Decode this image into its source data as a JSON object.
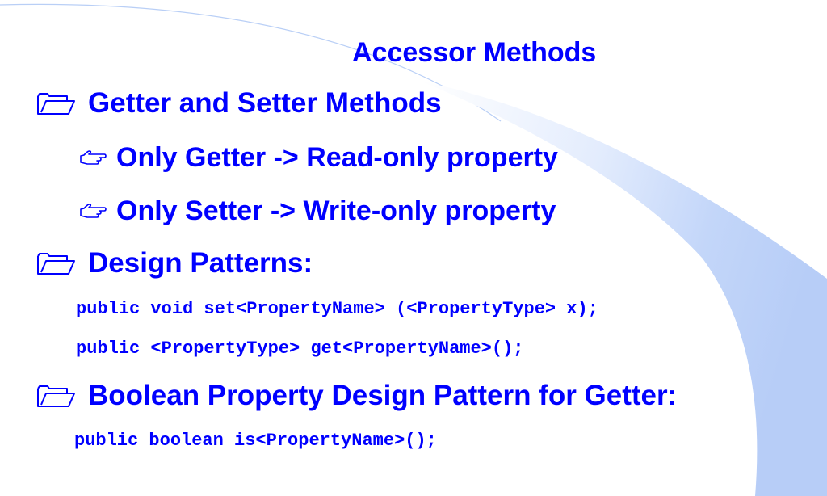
{
  "slide": {
    "title": "Accessor Methods",
    "bullets": [
      {
        "text": "Getter and Setter Methods",
        "icon": "folder-icon"
      },
      {
        "text": "Only Getter -> Read-only property",
        "icon": "pointing-hand-icon"
      },
      {
        "text": "Only Setter -> Write-only property",
        "icon": "pointing-hand-icon"
      },
      {
        "text": "Design Patterns:",
        "icon": "folder-icon"
      },
      {
        "text": "Boolean Property Design Pattern for Getter:",
        "icon": "folder-icon"
      }
    ],
    "code_lines": [
      "public void set<PropertyName> (<PropertyType> x);",
      "public <PropertyType> get<PropertyName>();",
      "public boolean is<PropertyName>();"
    ]
  },
  "colors": {
    "text": "#0000ff",
    "background": "#ffffff",
    "swoosh": "#b9d0f8"
  }
}
